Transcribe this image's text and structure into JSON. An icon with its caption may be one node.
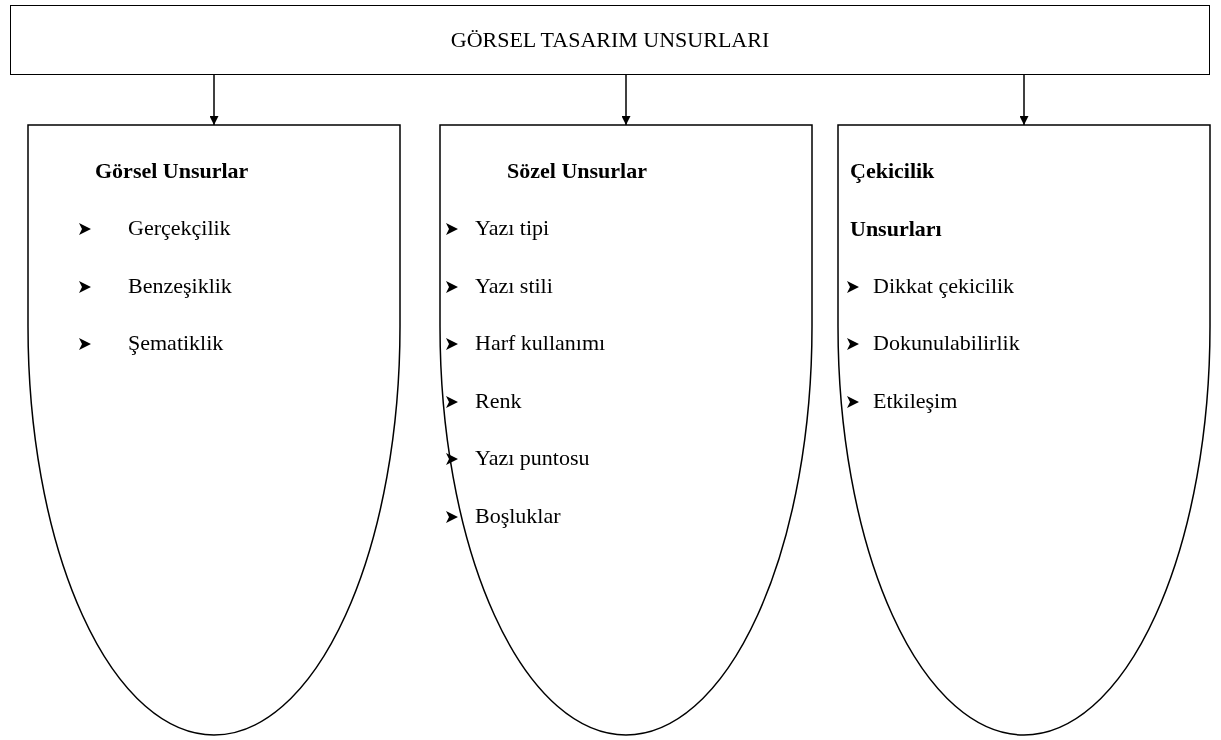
{
  "diagram": {
    "nodes": [
      {
        "text": [
          "GÖRSEL TASARIM UNSURLARI"
        ]
      },
      {
        "text": [
          "Görsel Unsurlar",
          "Gerçekçilik",
          "Benzeşiklik",
          "Şematiklik"
        ]
      },
      {
        "text": [
          "Sözel Unsurlar",
          "Yazı tipi",
          "Yazı stili",
          "Harf kullanımı",
          "Renk",
          "Yazı puntosu",
          "Boşluklar"
        ]
      },
      {
        "text": [
          "Çekicilik Unsurları",
          "Dikkat çekicilik",
          "Dokunulabilirlik",
          "Etkileşim"
        ]
      }
    ],
    "edges": [
      {
        "from": 0,
        "to": 1,
        "arrow": "to"
      },
      {
        "from": 0,
        "to": 2,
        "arrow": "to"
      },
      {
        "from": 0,
        "to": 3,
        "arrow": "to"
      }
    ]
  }
}
